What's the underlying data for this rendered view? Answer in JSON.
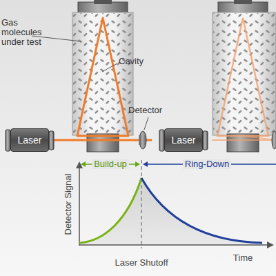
{
  "diagram": {
    "nodes": [
      {
        "text": [
          "Laser"
        ]
      },
      {
        "text": [
          "Laser"
        ]
      }
    ],
    "labels": [
      "Gas molecules under test",
      "Cavity",
      "Detector",
      "Build-up",
      "Ring-Down",
      "Detector Signal",
      "Laser Shutoff",
      "Time"
    ]
  }
}
